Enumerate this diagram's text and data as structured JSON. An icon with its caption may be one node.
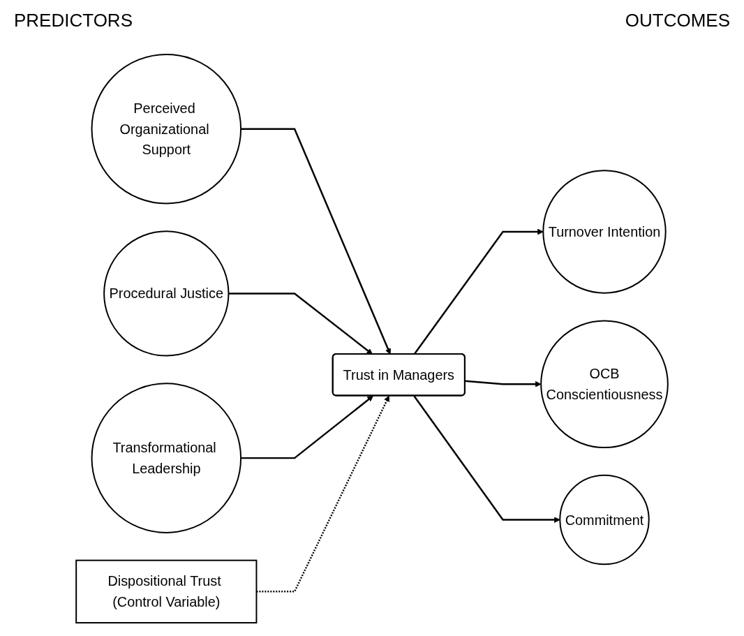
{
  "diagram": {
    "nodes": [
      {
        "text": [
          "Perceived Organizational Support"
        ]
      },
      {
        "text": [
          "Procedural Justice"
        ]
      },
      {
        "text": [
          "Transformational Leadership"
        ]
      },
      {
        "text": [
          "Trust in Managers"
        ]
      },
      {
        "text": [
          "Dispositional Trust (Control Variable)"
        ]
      },
      {
        "text": [
          "Turnover Intention"
        ]
      },
      {
        "text": [
          "OCB",
          "Conscientiousness"
        ]
      },
      {
        "text": [
          "Commitment"
        ]
      }
    ],
    "edges": [
      {
        "from": 0,
        "to": 3,
        "arrow": "to"
      },
      {
        "from": 1,
        "to": 3,
        "arrow": "to"
      },
      {
        "from": 2,
        "to": 3,
        "arrow": "to"
      },
      {
        "from": 4,
        "to": 3,
        "arrow": "to",
        "style": "dashed"
      },
      {
        "from": 3,
        "to": 5,
        "arrow": "to"
      },
      {
        "from": 3,
        "to": 6,
        "arrow": "to"
      },
      {
        "from": 3,
        "to": 7,
        "arrow": "to"
      }
    ],
    "labels": [
      "PREDICTORS",
      "OUTCOMES"
    ]
  }
}
